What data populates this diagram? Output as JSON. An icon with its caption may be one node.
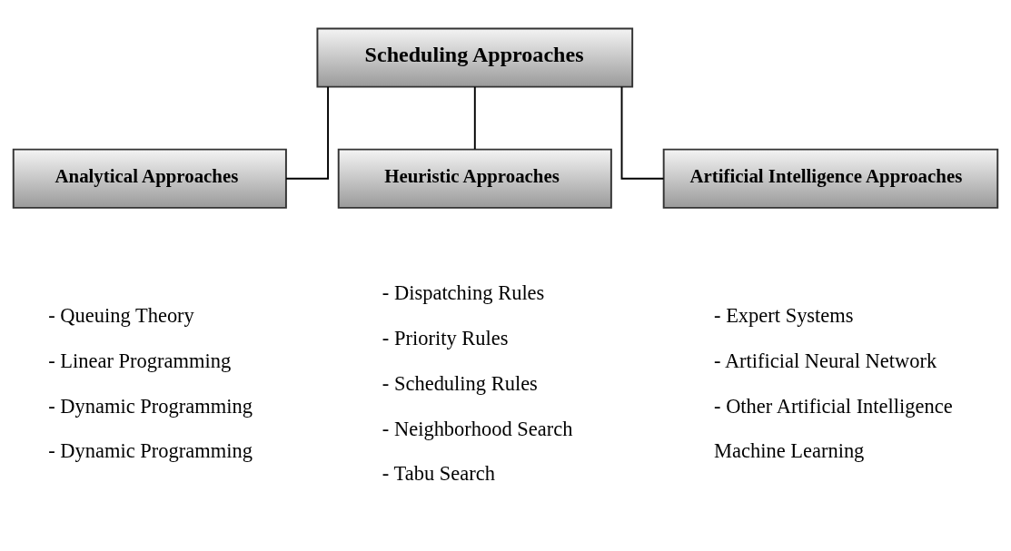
{
  "diagram": {
    "nodes": [
      {
        "text": [
          "Scheduling Approaches"
        ]
      },
      {
        "text": [
          "Analytical Approaches"
        ],
        "beside": [
          "- Queuing Theory",
          "- Linear Programming",
          "- Dynamic Programming",
          "- Dynamic Programming"
        ]
      },
      {
        "text": [
          "Heuristic Approaches"
        ],
        "beside": [
          "- Dispatching Rules",
          "- Priority Rules",
          "- Scheduling Rules",
          "- Neighborhood Search",
          "- Tabu Search"
        ]
      },
      {
        "text": [
          "Artificial Intelligence Approaches"
        ],
        "beside": [
          "- Expert Systems",
          "- Artificial Neural Network",
          "- Other Artificial Intelligence",
          "Machine Learning"
        ]
      }
    ],
    "edges": [
      {
        "from": 0,
        "to": 1,
        "arrow": "none"
      },
      {
        "from": 0,
        "to": 2,
        "arrow": "none"
      },
      {
        "from": 0,
        "to": 3,
        "arrow": "none"
      }
    ]
  }
}
